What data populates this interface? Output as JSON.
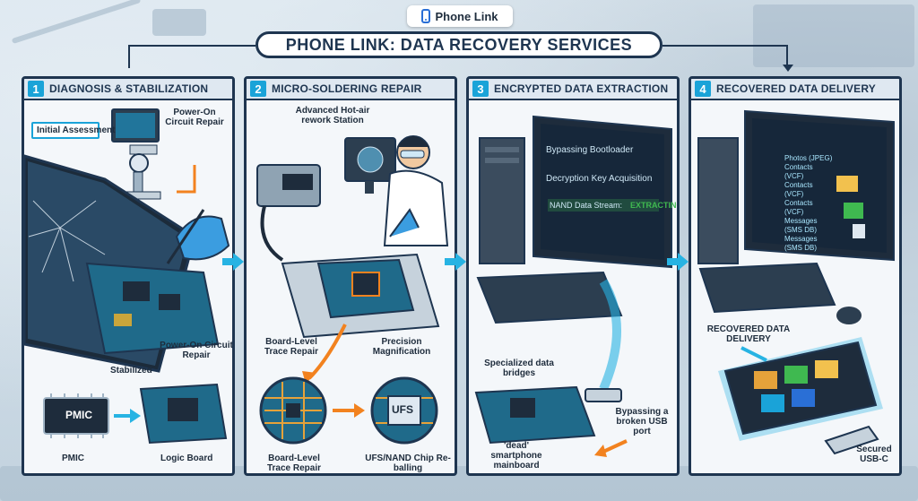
{
  "brand": {
    "name": "Phone Link"
  },
  "title": "PHONE LINK: DATA RECOVERY SERVICES",
  "colors": {
    "accent": "#1aa3d8",
    "frame": "#1e3550",
    "highlight": "#f2821f",
    "success": "#3fb950"
  },
  "steps": [
    {
      "number": "1",
      "title": "DIAGNOSIS & STABILIZATION",
      "labels": {
        "initial_assessment": "Initial Assessment",
        "power_on_top": "Power-On Circuit Repair",
        "power_on_bottom": "Power-On Circuit Repair",
        "stabilized": "Stabilized",
        "pmic": "PMIC",
        "logic_board": "Logic Board",
        "pmic_chip": "PMIC"
      }
    },
    {
      "number": "2",
      "title": "MICRO-SOLDERING REPAIR",
      "labels": {
        "hot_air": "Advanced Hot-air rework Station",
        "trace_repair_top": "Board-Level Trace Repair",
        "precision": "Precision Magnification",
        "trace_repair_bottom": "Board-Level Trace Repair",
        "ufs_reballing": "UFS/NAND Chip Re-balling",
        "ufs_chip": "UFS"
      }
    },
    {
      "number": "3",
      "title": "ENCRYPTED DATA EXTRACTION",
      "screen": {
        "line1": "Bypassing Bootloader",
        "line2": "Decryption Key Acquisition",
        "line3": "NAND Data Stream:",
        "status": "EXTRACTING"
      },
      "labels": {
        "bridges": "Specialized data bridges",
        "bypassing_usb": "Bypassing a broken USB port",
        "dead_mainboard": "'dead' smartphone mainboard"
      }
    },
    {
      "number": "4",
      "title": "RECOVERED DATA DELIVERY",
      "files": [
        "Photos (JPEG)",
        "Contacts (VCF)",
        "Contacts (VCF)",
        "Contacts (VCF)",
        "Messages (SMS DB)",
        "Messages (SMS DB)"
      ],
      "labels": {
        "recovered": "RECOVERED DATA DELIVERY",
        "secured": "Secured USB-C"
      }
    }
  ]
}
